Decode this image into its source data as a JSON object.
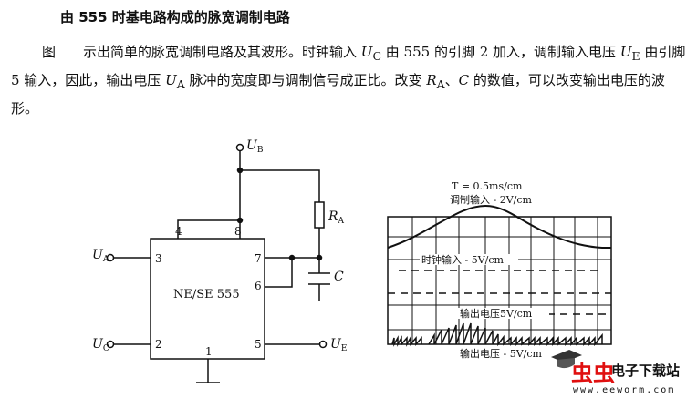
{
  "title": "由 555 时基电路构成的脉宽调制电路",
  "paragraph": {
    "p1": "图　　示出简单的脉宽调制电路及其波形。时钟输入 ",
    "uc": "U",
    "uc_sub": "C",
    "p2": " 由 555 的引脚 2 加入，调制输入电压 ",
    "ue": "U",
    "ue_sub": "E",
    "p3": " 由引脚 5 输入，因此，输出电压 ",
    "ua": "U",
    "ua_sub": "A",
    "p4": " 脉冲的宽度即与调制信号成正比。改变 ",
    "ra": "R",
    "ra_sub": "A",
    "p5": "、",
    "c": "C",
    "p6": " 的数值，可以改变输出电压的波形。"
  },
  "circuit": {
    "chip": "NE/SE 555",
    "pins": {
      "p1": "1",
      "p2": "2",
      "p3": "3",
      "p4": "4",
      "p5": "5",
      "p6": "6",
      "p7": "7",
      "p8": "8"
    },
    "ub": "U",
    "ub_sub": "B",
    "ua": "U",
    "ua_sub": "A",
    "uc": "U",
    "uc_sub": "C",
    "ue": "U",
    "ue_sub": "E",
    "ra": "R",
    "ra_sub": "A",
    "c": "C"
  },
  "scope": {
    "timebase": "T = 0.5ms/cm",
    "mod_label": "调制输入 - 2V/cm",
    "clock_label": "时钟输入 - 5V/cm",
    "out_label1": "输出电压5V/cm",
    "out_label2": "输出电压 - 5V/cm"
  },
  "watermark": {
    "brand": "电子下载站",
    "logo": "虫虫",
    "url": "www.eeworm.com"
  }
}
